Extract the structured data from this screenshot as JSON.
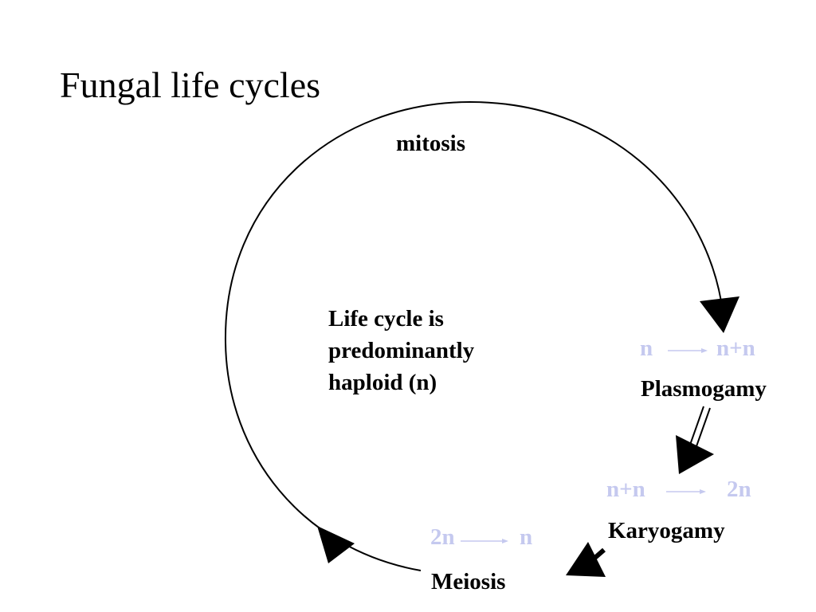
{
  "title": "Fungal life cycles",
  "labels": {
    "mitosis": "mitosis",
    "plasmogamy": "Plasmogamy",
    "karyogamy": "Karyogamy",
    "meiosis": "Meiosis"
  },
  "center_text": [
    "Life cycle is",
    "predominantly",
    "haploid (n)"
  ],
  "transitions": {
    "plasmogamy": {
      "from": "n",
      "to": "n+n"
    },
    "karyogamy": {
      "from": "n+n",
      "to": "2n"
    },
    "meiosis": {
      "from": "2n",
      "to": "n"
    }
  },
  "colors": {
    "ploidy_text": "#c5c9ef",
    "line": "#000000"
  }
}
